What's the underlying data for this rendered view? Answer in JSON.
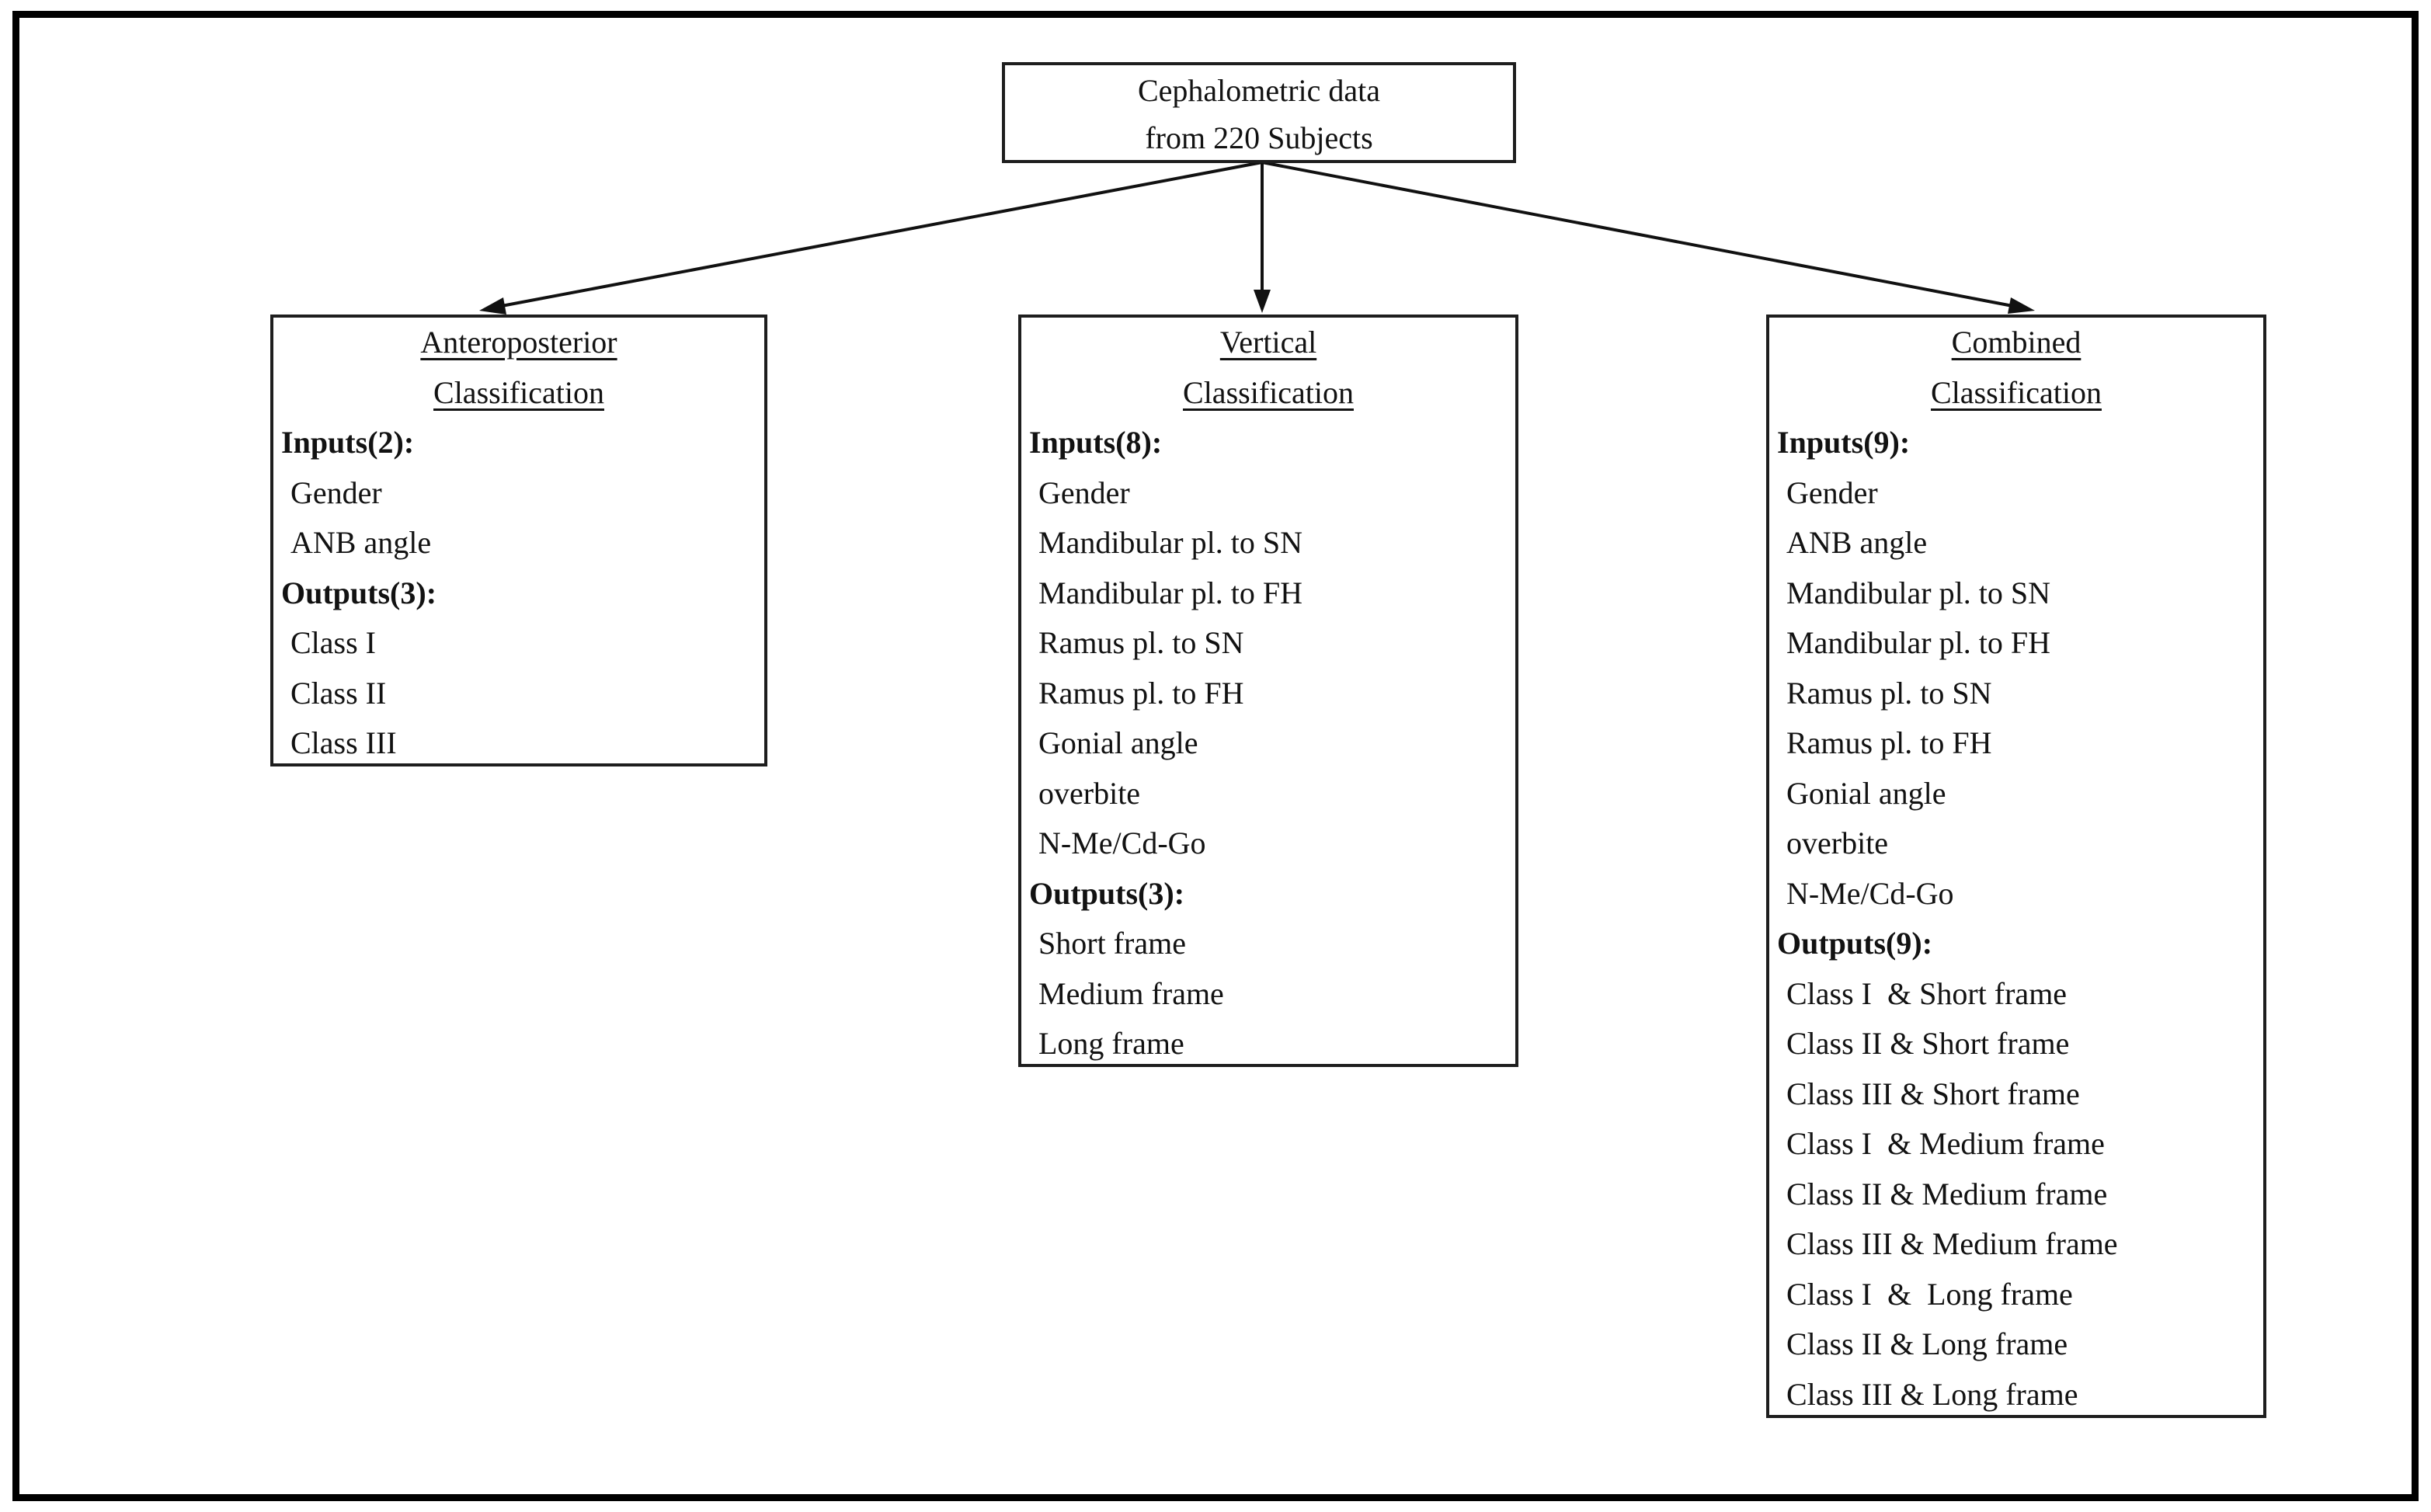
{
  "diagram": {
    "root": {
      "lines": [
        "Cephalometric data",
        "from 220 Subjects"
      ]
    },
    "boxes": [
      {
        "title_lines": [
          "Anteroposterior",
          "Classification"
        ],
        "sections": [
          {
            "heading": "Inputs(2):",
            "items": [
              "Gender",
              "ANB angle"
            ]
          },
          {
            "heading": "Outputs(3):",
            "items": [
              "Class I",
              "Class II",
              "Class III"
            ]
          }
        ]
      },
      {
        "title_lines": [
          "Vertical",
          "Classification"
        ],
        "sections": [
          {
            "heading": "Inputs(8):",
            "items": [
              "Gender",
              "Mandibular pl. to SN",
              "Mandibular pl. to FH",
              "Ramus pl. to SN",
              "Ramus pl. to FH",
              "Gonial angle",
              "overbite",
              "N-Me/Cd-Go"
            ]
          },
          {
            "heading": "Outputs(3):",
            "items": [
              "Short frame",
              "Medium frame",
              "Long frame"
            ]
          }
        ]
      },
      {
        "title_lines": [
          "Combined",
          "Classification"
        ],
        "sections": [
          {
            "heading": "Inputs(9):",
            "items": [
              "Gender",
              "ANB angle",
              "Mandibular pl. to SN",
              "Mandibular pl. to FH",
              "Ramus pl. to SN",
              "Ramus pl. to FH",
              "Gonial angle",
              "overbite",
              "N-Me/Cd-Go"
            ]
          },
          {
            "heading": "Outputs(9):",
            "items": [
              "Class I  & Short frame",
              "Class II & Short frame",
              "Class III & Short frame",
              "Class I  & Medium frame",
              "Class II & Medium frame",
              "Class III & Medium frame",
              "Class I  &  Long frame",
              "Class II & Long frame",
              "Class III & Long frame"
            ]
          }
        ]
      }
    ],
    "colors": {
      "page_border": "#000000",
      "box_border": "#1e1e1e",
      "text": "#121212",
      "arrow": "#111111"
    }
  }
}
